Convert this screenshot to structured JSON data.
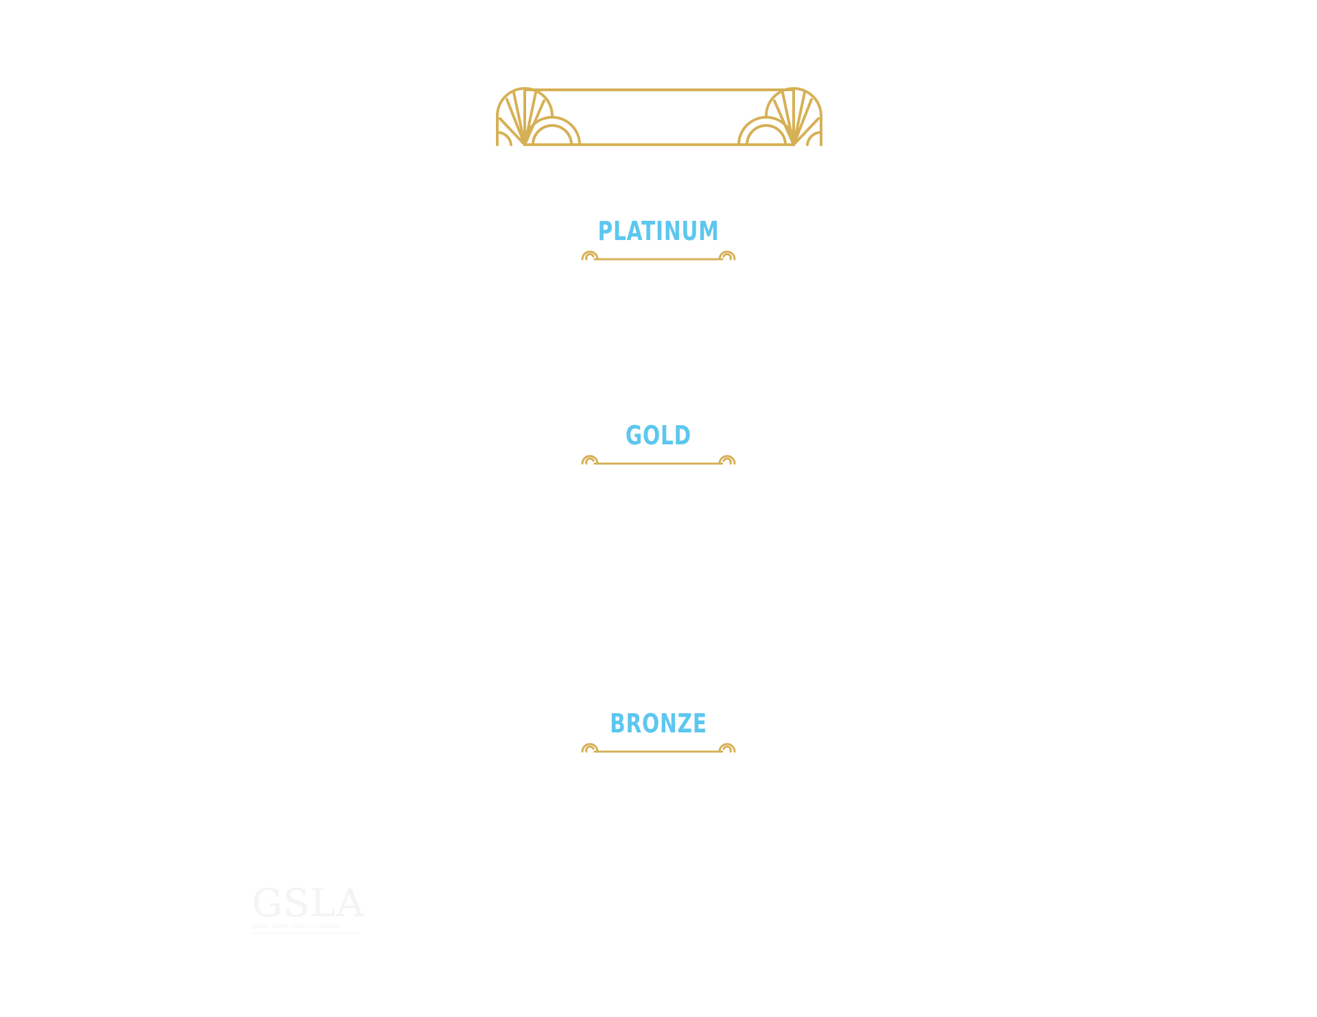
{
  "colors": {
    "background": "#ffffff",
    "ornament_gold": "#d6b055",
    "tier_title_blue": "#5cc7ee",
    "logo_faint": "#f4f4f4"
  },
  "header": {
    "ornament_icon": "art-deco-fan-frame-icon"
  },
  "tiers": [
    {
      "label": "PLATINUM",
      "rule_icon": "scroll-divider-icon"
    },
    {
      "label": "GOLD",
      "rule_icon": "scroll-divider-icon"
    },
    {
      "label": "BRONZE",
      "rule_icon": "scroll-divider-icon"
    }
  ],
  "footer": {
    "logo_text": "GSLA",
    "logo_subtitle": "Greater Seattle Libraries Association"
  }
}
